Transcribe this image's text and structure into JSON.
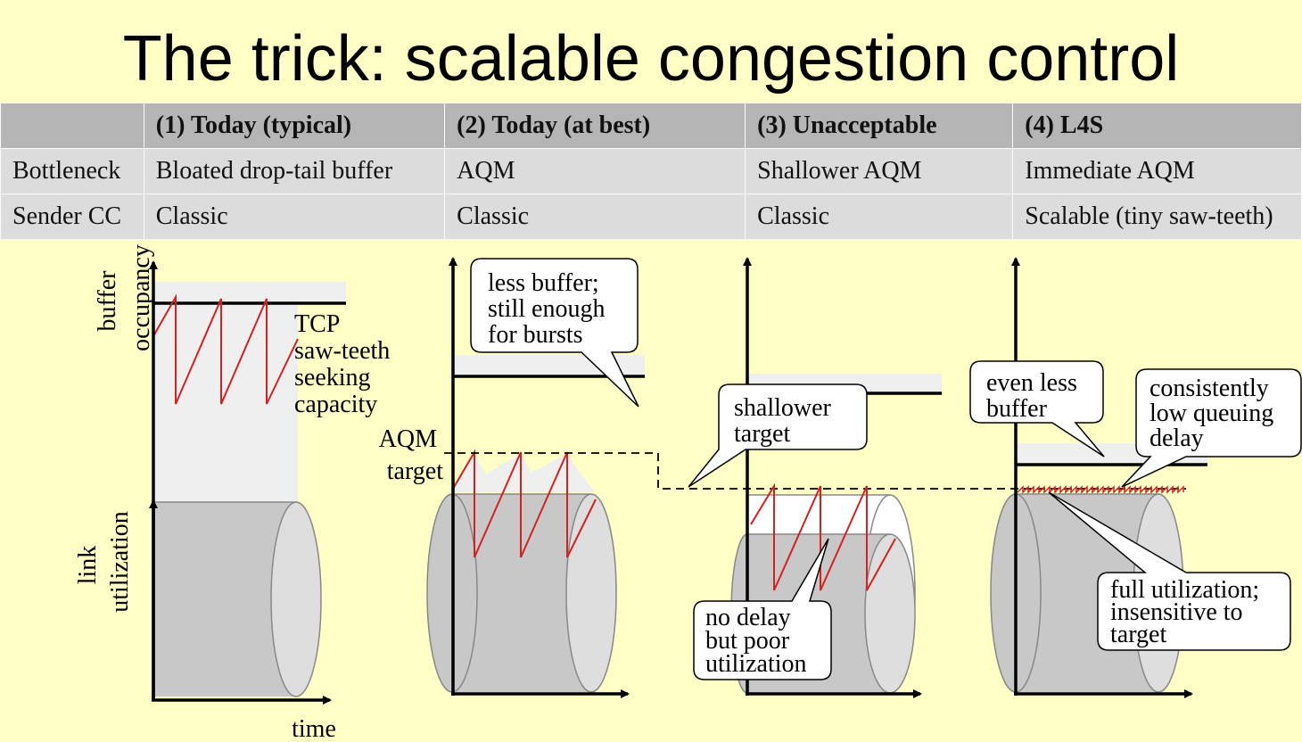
{
  "title": "The trick: scalable congestion control",
  "table": {
    "headers": [
      "",
      "(1) Today (typical)",
      "(2) Today (at best)",
      "(3) Unacceptable",
      "(4) L4S"
    ],
    "rows": [
      {
        "label": "Bottleneck",
        "cells": [
          "Bloated drop-tail buffer",
          "AQM",
          "Shallower AQM",
          "Immediate AQM"
        ]
      },
      {
        "label": "Sender CC",
        "cells": [
          "Classic",
          "Classic",
          "Classic",
          "Scalable (tiny saw-teeth)"
        ]
      }
    ]
  },
  "axes": {
    "buffer_occupancy": [
      "buffer",
      "occupancy"
    ],
    "link_utilization": [
      "link",
      "utilization"
    ],
    "time": "time"
  },
  "labels": {
    "tcp_sawteeth": [
      "TCP",
      "saw-teeth",
      "seeking",
      "capacity"
    ],
    "aqm_target": [
      "AQM",
      "target"
    ]
  },
  "callouts": {
    "less_buffer": [
      "less buffer;",
      "still enough",
      "for bursts"
    ],
    "shallower_target": [
      "shallower",
      "target"
    ],
    "no_delay": [
      "no delay",
      "but poor",
      "utilization"
    ],
    "even_less_buffer": [
      "even less",
      "buffer"
    ],
    "consistently_low": [
      "consistently",
      "low queuing",
      "delay"
    ],
    "full_utilization": [
      "full utilization;",
      "insensitive to",
      "target"
    ]
  },
  "colors": {
    "background": "#ffffc6",
    "header_row": "#b5b5b5",
    "body_rows": "#dcdcdc",
    "sawtooth": "#d42020",
    "cylinder": "#c8c8c8",
    "buffer_fill": "#efefef"
  }
}
